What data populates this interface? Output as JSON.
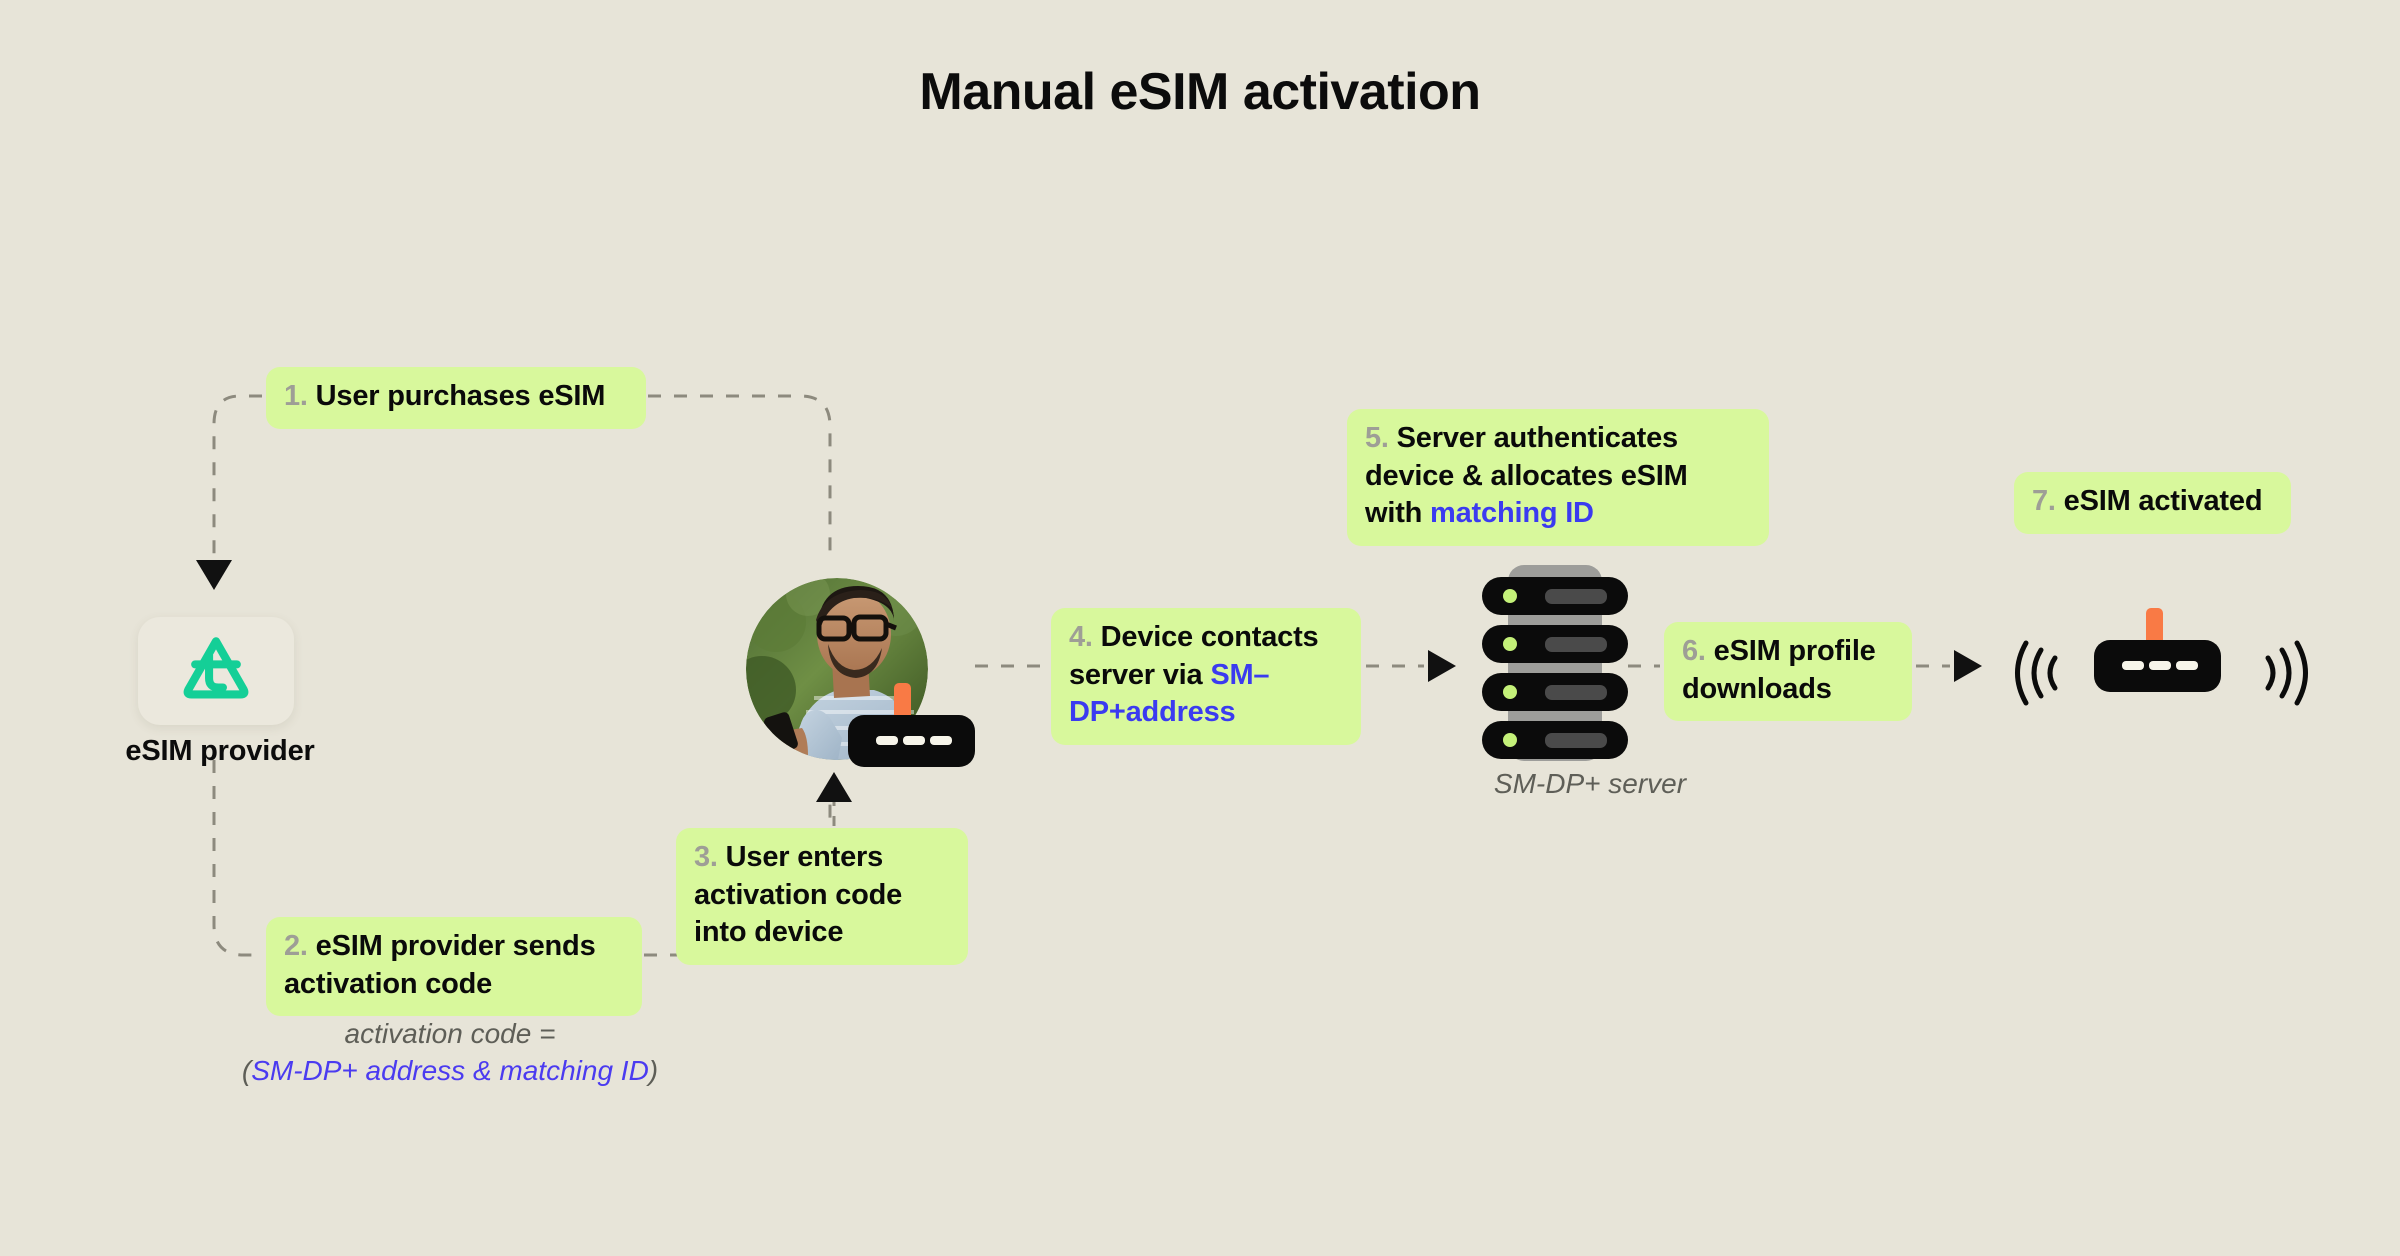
{
  "page": {
    "title": "Manual eSIM activation",
    "background_color": "#e7e4d8",
    "chip_color": "#d8f89c",
    "accent_blue": "#3b3bf0",
    "brand_teal": "#1ecb94",
    "antenna_orange": "#f97a45"
  },
  "nodes": {
    "provider": {
      "label": "eSIM provider",
      "icon": "esim-provider-logo"
    },
    "user": {
      "icon": "user-photo-person-with-phone"
    },
    "server": {
      "label": "SM-DP+ server",
      "icon": "server-rack",
      "rack_units": 4
    },
    "activated_device": {
      "icon": "router-device"
    }
  },
  "steps": [
    {
      "num": "1.",
      "text_before": "User purchases eSIM",
      "highlight": "",
      "text_after": ""
    },
    {
      "num": "2.",
      "text_before": "eSIM provider sends activation code",
      "highlight": "",
      "text_after": ""
    },
    {
      "num": "3.",
      "text_before": "User enters activation code into device",
      "highlight": "",
      "text_after": ""
    },
    {
      "num": "4.",
      "text_before": "Device contacts server via ",
      "highlight": "SM–DP+address",
      "text_after": ""
    },
    {
      "num": "5.",
      "text_before": "Server authenticates device & allocates eSIM with ",
      "highlight": "matching ID",
      "text_after": ""
    },
    {
      "num": "6.",
      "text_before": "eSIM profile downloads",
      "highlight": "",
      "text_after": ""
    },
    {
      "num": "7.",
      "text_before": "eSIM activated",
      "highlight": "",
      "text_after": ""
    }
  ],
  "annotation": {
    "line1": "activation code =",
    "line2_open": "(",
    "line2_blue": "SM-DP+ address & matching ID",
    "line2_close": ")"
  }
}
